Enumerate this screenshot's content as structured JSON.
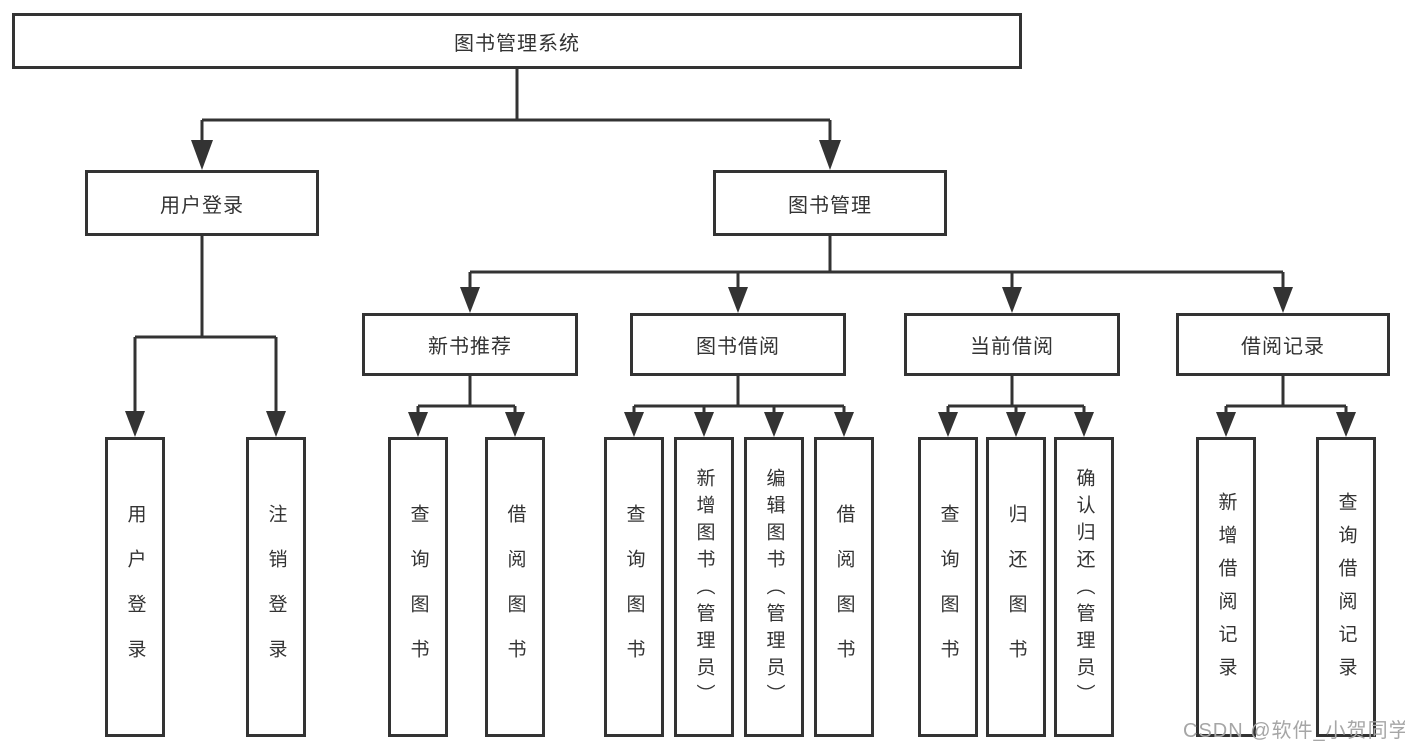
{
  "diagram": {
    "root": {
      "label": "图书管理系统"
    },
    "level2": {
      "user_login": {
        "label": "用户登录"
      },
      "book_management": {
        "label": "图书管理"
      }
    },
    "level3": {
      "new_book_recommend": {
        "label": "新书推荐"
      },
      "book_borrowing": {
        "label": "图书借阅"
      },
      "current_borrowing": {
        "label": "当前借阅"
      },
      "borrowing_records": {
        "label": "借阅记录"
      }
    },
    "leaves": {
      "user_login": {
        "label": "用户登录"
      },
      "logout": {
        "label": "注销登录"
      },
      "query_books_recommend": {
        "label": "查询图书"
      },
      "borrow_books_recommend": {
        "label": "借阅图书"
      },
      "query_books_borrowing": {
        "label": "查询图书"
      },
      "add_books_admin": {
        "label": "新增图书（管理员）"
      },
      "edit_books_admin": {
        "label": "编辑图书（管理员）"
      },
      "borrow_books_borrowing": {
        "label": "借阅图书"
      },
      "query_books_current": {
        "label": "查询图书"
      },
      "return_books": {
        "label": "归还图书"
      },
      "confirm_return_admin": {
        "label": "确认归还（管理员）"
      },
      "add_borrow_record": {
        "label": "新增借阅记录"
      },
      "query_borrow_record": {
        "label": "查询借阅记录"
      }
    }
  },
  "watermark": {
    "text": "CSDN @软件_小贺同学"
  },
  "colors": {
    "line": "#333333",
    "box_border": "#333333",
    "box_background": "#ffffff",
    "text": "#333333",
    "watermark": "#a6a6a6",
    "background": "#ffffff"
  }
}
